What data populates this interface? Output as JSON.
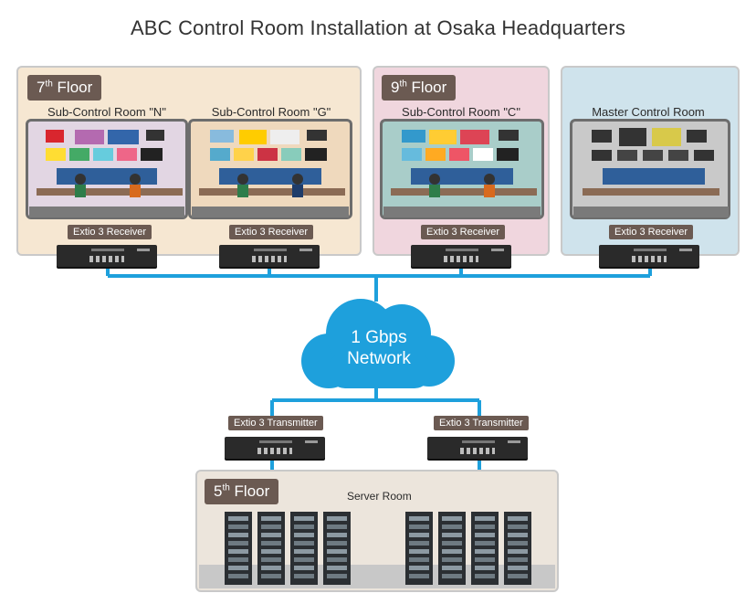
{
  "title": "ABC Control Room Installation at Osaka Headquarters",
  "floors": {
    "floor7": {
      "number": "7",
      "suffix": "th",
      "word": "Floor",
      "color": "#f6e7d2"
    },
    "floor9": {
      "number": "9",
      "suffix": "th",
      "word": "Floor",
      "color": "#f0d6de"
    },
    "master_color": "#cfe3ec",
    "floor5": {
      "number": "5",
      "suffix": "th",
      "word": "Floor",
      "color": "#ece5dc"
    }
  },
  "rooms": [
    {
      "name": "Sub-Control Room \"N\"",
      "wall": "#e2d6e3"
    },
    {
      "name": "Sub-Control Room \"G\"",
      "wall": "#efd9bd"
    },
    {
      "name": "Sub-Control Room \"C\"",
      "wall": "#a9cdc9"
    },
    {
      "name": "Master Control Room",
      "wall": "#c9c9c9"
    }
  ],
  "receivers": [
    {
      "label": "Extio 3 Receiver"
    },
    {
      "label": "Extio 3 Receiver"
    },
    {
      "label": "Extio 3 Receiver"
    },
    {
      "label": "Extio 3 Receiver"
    }
  ],
  "network": {
    "line1": "1 Gbps",
    "line2": "Network",
    "color": "#1ea0dc"
  },
  "transmitters": [
    {
      "label": "Extio 3 Transmitter"
    },
    {
      "label": "Extio 3 Transmitter"
    }
  ],
  "server_room": "Server Room"
}
